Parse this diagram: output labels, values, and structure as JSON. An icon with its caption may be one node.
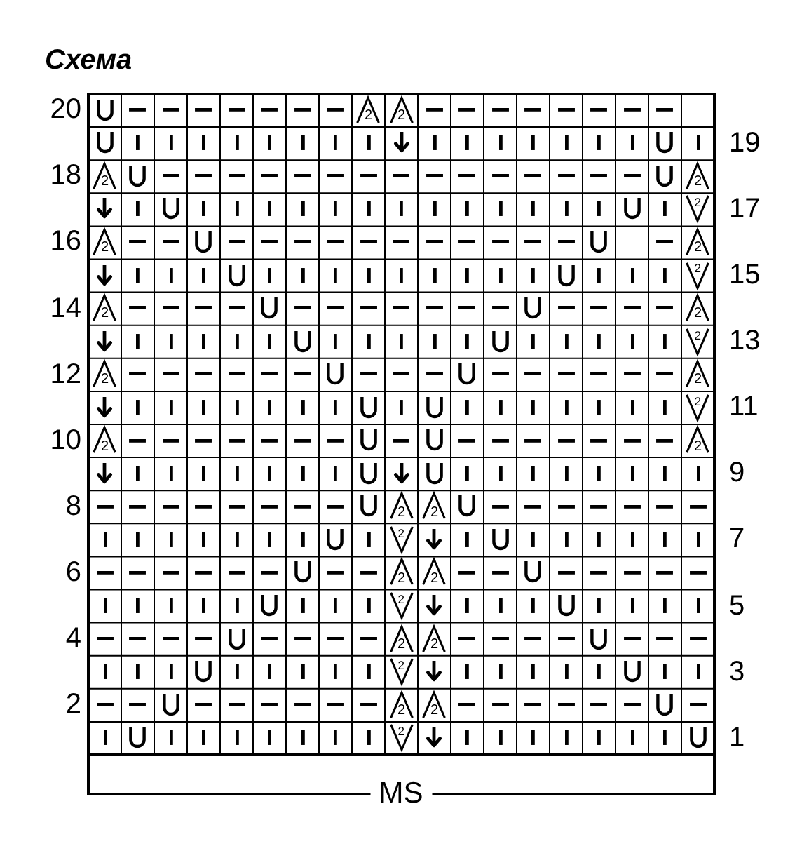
{
  "diagram": {
    "title": "Схема",
    "labels": [
      "20",
      "2",
      "2",
      "19",
      "18",
      "2",
      "2",
      "2",
      "17",
      "16",
      "2",
      "2",
      "2",
      "15",
      "14",
      "2",
      "2",
      "2",
      "13",
      "12",
      "2",
      "2",
      "2",
      "11",
      "10",
      "2",
      "2",
      "9",
      "8",
      "2",
      "2",
      "2",
      "7",
      "6",
      "2",
      "2",
      "2",
      "5",
      "4",
      "2",
      "2",
      "2",
      "3",
      "2",
      "2",
      "2",
      "2",
      "1",
      "MS"
    ]
  }
}
